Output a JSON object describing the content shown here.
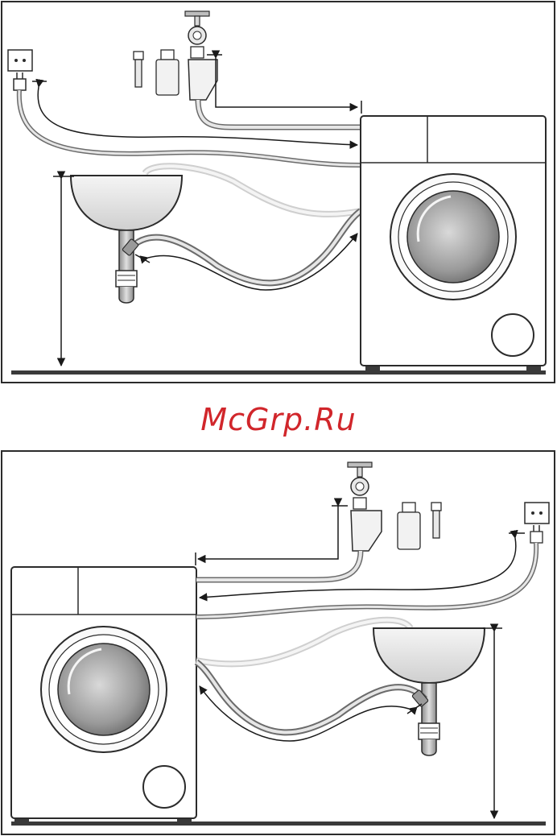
{
  "watermark": {
    "text": "McGrp.Ru"
  },
  "diagrams": [
    {
      "name": "installation-diagram-machine-right",
      "machine_side": "right"
    },
    {
      "name": "installation-diagram-machine-left",
      "machine_side": "left"
    }
  ],
  "colors": {
    "line": "#2b2b2b",
    "hose_outline": "#6b6b6b",
    "hose_fill": "#e6e6e6",
    "hose_faint": "#d4d4d4",
    "floor": "#3a3a3a",
    "watermark": "#d1262b"
  },
  "icons": [
    "power-socket-icon",
    "power-plug-icon",
    "water-tap-icon",
    "hose-fitting-icon",
    "filter-adapter-icon",
    "sink-icon",
    "siphon-icon",
    "washing-machine-icon"
  ]
}
